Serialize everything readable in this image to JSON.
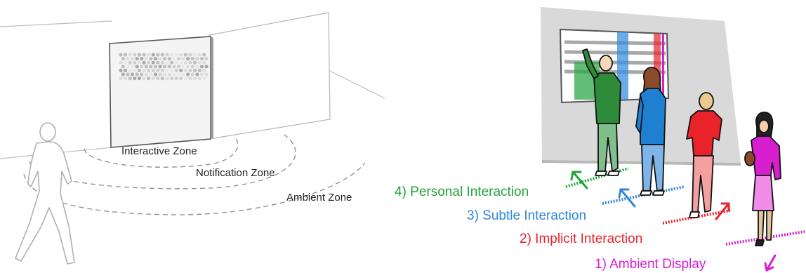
{
  "left_panel": {
    "zones": [
      {
        "label": "Interactive Zone"
      },
      {
        "label": "Notification Zone"
      },
      {
        "label": "Ambient Zone"
      }
    ]
  },
  "right_panel": {
    "stages": [
      {
        "label": "4) Personal Interaction",
        "color": "#22a33a"
      },
      {
        "label": "3) Subtle Interaction",
        "color": "#2f86d6"
      },
      {
        "label": "2) Implicit Interaction",
        "color": "#e8232a"
      },
      {
        "label": "1) Ambient Display",
        "color": "#d81fd0"
      }
    ],
    "figure_colors": {
      "personal": "#2e8b3a",
      "subtle": "#1f7fd1",
      "implicit": "#e8232a",
      "ambient": "#d81fd0"
    }
  }
}
